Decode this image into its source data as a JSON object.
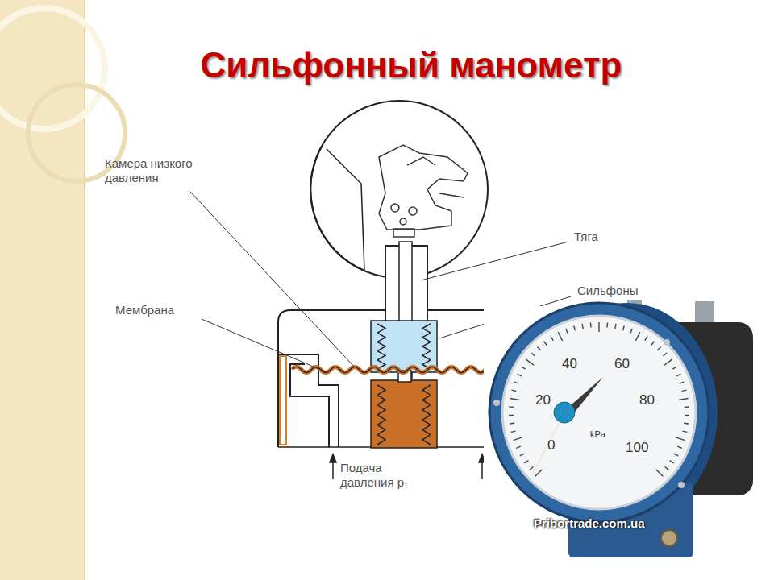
{
  "diagram": {
    "title": "Сильфонный манометр",
    "labels": [
      "Камера низкого давления",
      "Тяга",
      "Сильфоны",
      "Мембрана",
      "Подача давления p₁",
      "40",
      "60",
      "20",
      "80",
      "0",
      "kPa",
      "100",
      "Pribortrade.com.ua"
    ]
  }
}
